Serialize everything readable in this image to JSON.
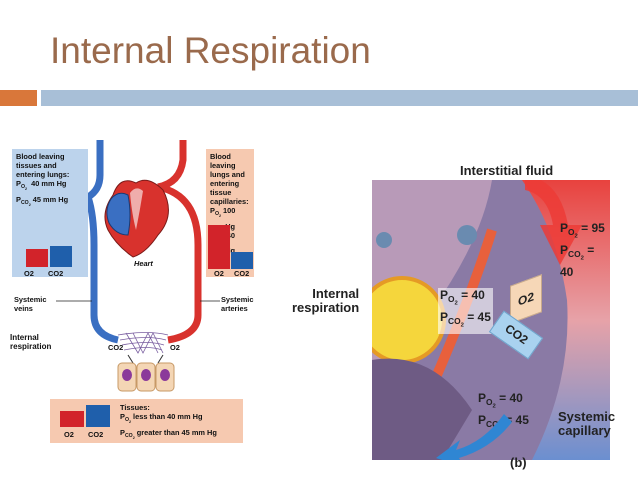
{
  "slide": {
    "title": "Internal Respiration"
  },
  "left_figure": {
    "panel_lungs": {
      "line1": "Blood leaving",
      "line2": "tissues and",
      "line3": "entering lungs:",
      "po2": "40 mm Hg",
      "pco2": "45 mm Hg",
      "bar_o2": "O2",
      "bar_co2": "CO2"
    },
    "panel_capillaries": {
      "line1": "Blood leaving",
      "line2": "lungs and",
      "line3": "entering tissue",
      "line4": "capillaries:",
      "po2": "100 mm Hg",
      "pco2": "40 mm Hg",
      "bar_o2": "O2",
      "bar_co2": "CO2"
    },
    "heart_label": "Heart",
    "systemic_veins_1": "Systemic",
    "systemic_veins_2": "veins",
    "systemic_arteries_1": "Systemic",
    "systemic_arteries_2": "arteries",
    "internal_resp_1": "Internal",
    "internal_resp_2": "respiration",
    "co2": "CO2",
    "o2": "O2",
    "panel_tissues": {
      "line1": "Tissues:",
      "po2": "less than 40 mm Hg",
      "pco2": "greater than 45 mm Hg",
      "bar_o2": "O2",
      "bar_co2": "CO2"
    }
  },
  "right_figure": {
    "interstitial_fluid": "Interstitial fluid",
    "internal_resp_1": "Internal",
    "internal_resp_2": "respiration",
    "capillary_top": {
      "po2": "= 95",
      "pco2": "= 40"
    },
    "cell_values": {
      "po2": "= 40",
      "pco2": "= 45"
    },
    "capillary_bottom": {
      "po2": "= 40",
      "pco2": "= 45"
    },
    "arrow_o2": "O2",
    "arrow_co2": "CO2",
    "systemic_capillary_1": "Systemic",
    "systemic_capillary_2": "capillary",
    "panel_letter": "(b)"
  },
  "colors": {
    "title": "#9a6a4c",
    "accent_orange": "#d9773a",
    "accent_blue": "#a8bfd7",
    "o2_bar": "#d2232a",
    "co2_bar": "#1f5fab"
  }
}
